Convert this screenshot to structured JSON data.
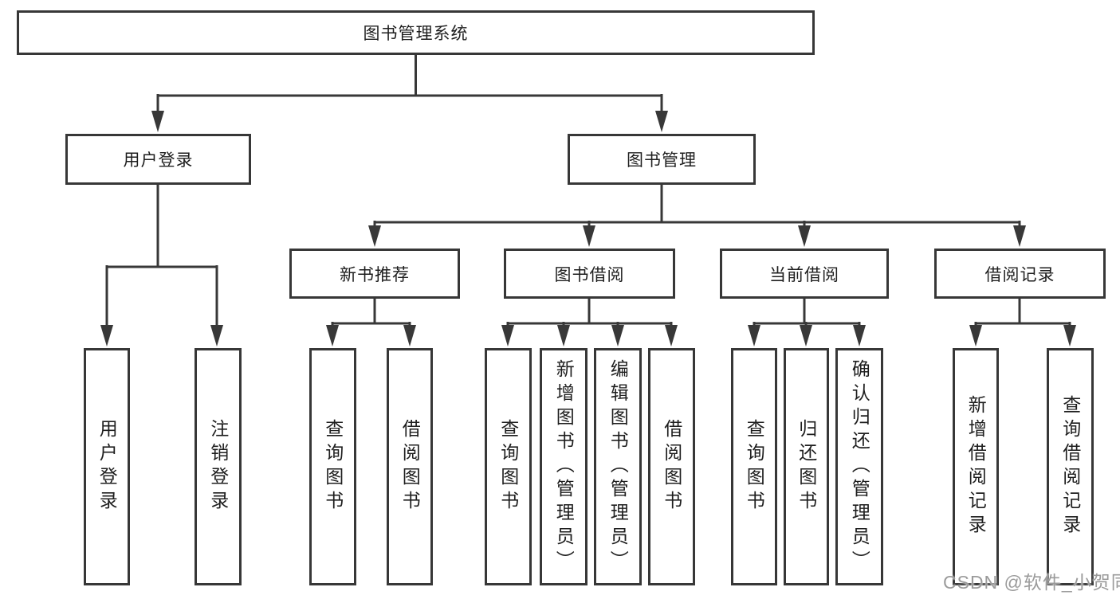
{
  "diagram": {
    "root": {
      "label": "图书管理系统"
    },
    "level2": [
      {
        "label": "用户登录"
      },
      {
        "label": "图书管理"
      }
    ],
    "level3": [
      {
        "label": "新书推荐"
      },
      {
        "label": "图书借阅"
      },
      {
        "label": "当前借阅"
      },
      {
        "label": "借阅记录"
      }
    ],
    "leaves": [
      {
        "label": "用户登录"
      },
      {
        "label": "注销登录"
      },
      {
        "label": "查询图书"
      },
      {
        "label": "借阅图书"
      },
      {
        "label": "查询图书"
      },
      {
        "label": "新增图书（管理员）"
      },
      {
        "label": "编辑图书（管理员）"
      },
      {
        "label": "借阅图书"
      },
      {
        "label": "查询图书"
      },
      {
        "label": "归还图书"
      },
      {
        "label": "确认归还（管理员）"
      },
      {
        "label": "新增借阅记录"
      },
      {
        "label": "查询借阅记录"
      }
    ],
    "line_color": "#383838",
    "border_color": "#373737",
    "text_color": "#1e1e1e"
  },
  "watermark": {
    "text": "CSDN @软件_小贺同学",
    "color": "#9b9b9b"
  }
}
